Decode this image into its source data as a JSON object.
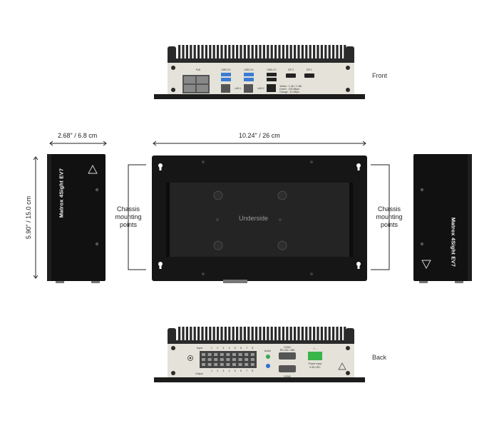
{
  "views": {
    "front_label": "Front",
    "back_label": "Back",
    "underside_label": "Underside"
  },
  "dimensions": {
    "width": "10.24\" / 26 cm",
    "depth": "2.68\" / 6.8 cm",
    "height": "5.90\" / 15.0 cm"
  },
  "annotations": {
    "chassis_left": [
      "Chassis",
      "mounting",
      "points"
    ],
    "chassis_right": [
      "Chassis",
      "mounting",
      "points"
    ]
  },
  "branding": {
    "product_name": "Matrox 4Sight EV7"
  },
  "front_panel": {
    "poe": "PoE",
    "usb1": "USB 3.0",
    "usb2": "USB 3.0",
    "usb3": "USB 2.0",
    "dp2": "DP 2",
    "dp1": "DP 1",
    "lan1": "LAN 1",
    "lan2": "LAN 2",
    "led_legend": [
      "Yellow : 1 Gb / 1 Mb",
      "Green : 100 Mbps",
      "Orange : 10 Mbps"
    ]
  },
  "back_panel": {
    "input": "Input",
    "output": "Output",
    "audio": "Audio",
    "com1": "COM1",
    "com1_sub": "RS-232 / 485",
    "com2": "COM2",
    "power_header": "+  -",
    "power_input": "Power Input",
    "power_rating": "9-36 VDC",
    "io_numbers": [
      "1",
      "2",
      "3",
      "4",
      "5",
      "6",
      "7",
      "8"
    ]
  }
}
